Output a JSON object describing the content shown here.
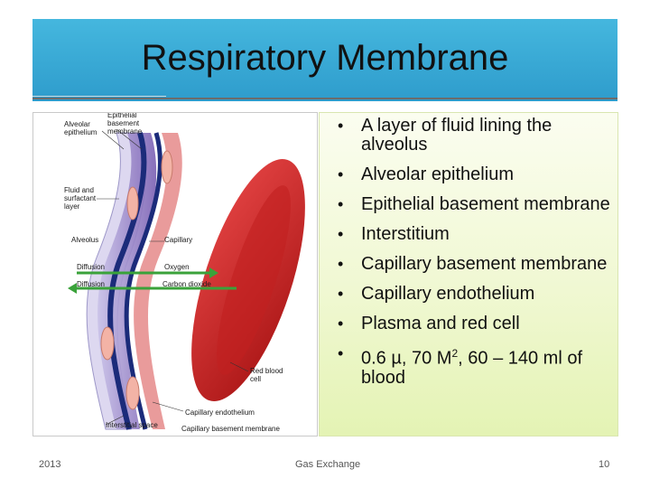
{
  "slide": {
    "title": "Respiratory Membrane"
  },
  "diagram_labels": {
    "epithelial_basement": "Epithelial basement membrane",
    "alveolar_epithelium": "Alveolar epithelium",
    "fluid_layer": "Fluid and surfactant layer",
    "alveolus": "Alveolus",
    "capillary": "Capillary",
    "diffusion_1": "Diffusion",
    "oxygen": "Oxygen",
    "diffusion_2": "Diffusion",
    "carbon_dioxide": "Carbon dioxide",
    "red_blood_cell": "Red blood cell",
    "capillary_endothelium": "Capillary endothelium",
    "interstitial_space": "Interstitial space",
    "capillary_basement": "Capillary basement membrane"
  },
  "bullets": [
    "A layer of fluid lining the alveolus",
    "Alveolar epithelium",
    "Epithelial basement membrane",
    "Interstitium",
    "Capillary basement membrane",
    "Capillary endothelium",
    "Plasma and red cell",
    {
      "pre": "0.6 µ, 70 M",
      "sup": "2",
      "post": ", 60 – 140 ml of blood"
    }
  ],
  "footer": {
    "year": "2013",
    "topic": "Gas Exchange",
    "page": "10"
  },
  "colors": {
    "title_bar": "#3aaad6",
    "bullet_box": "#eef7cc",
    "red_blood_cell": "#d42a2a",
    "membrane": "#1b2b7a",
    "arrow": "#3aa23a"
  }
}
